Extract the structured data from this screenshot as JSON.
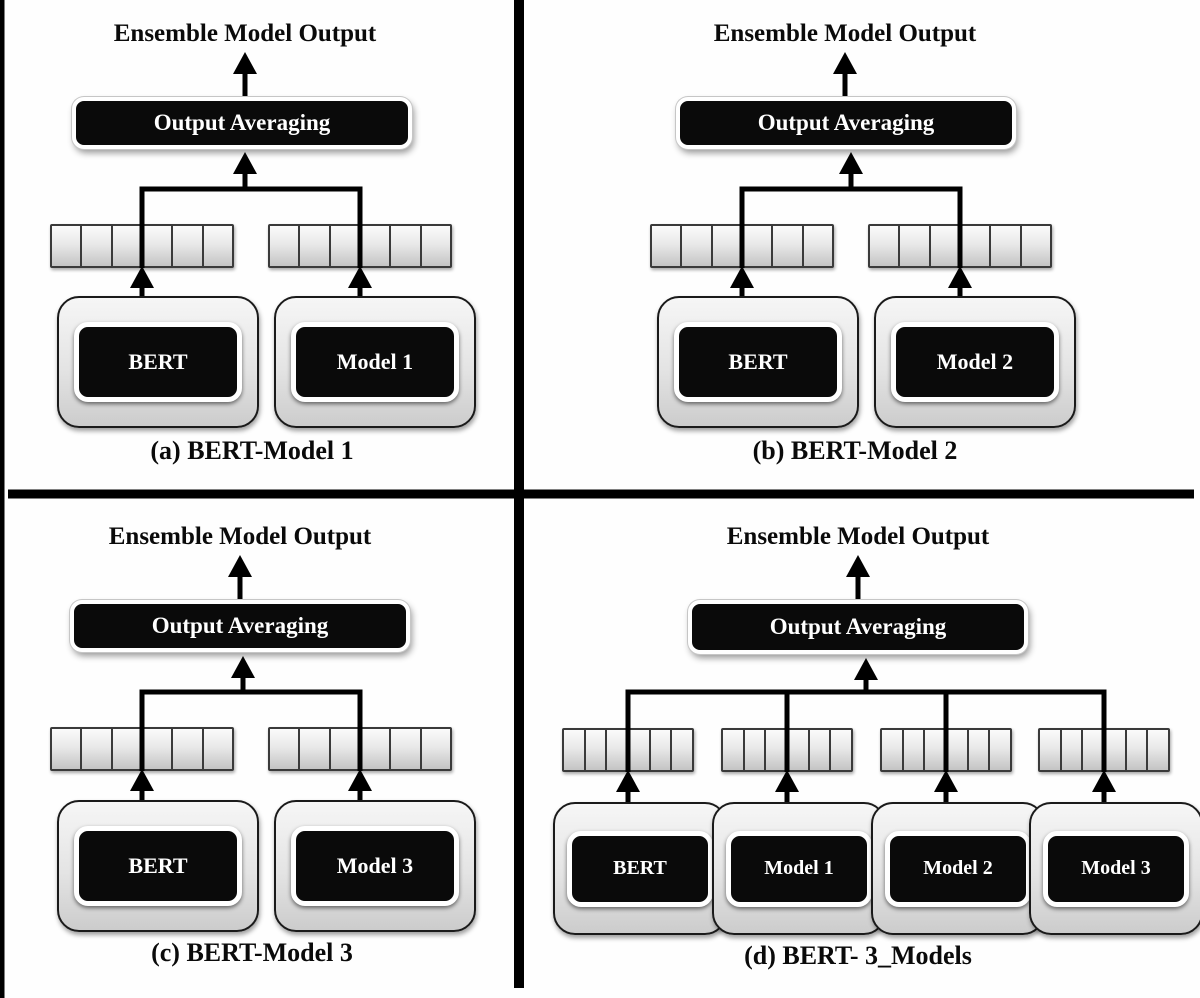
{
  "figure_type": "ensemble-architecture-diagram",
  "vector_cells": 6,
  "colors": {
    "background": "#fefefe",
    "box_fill": "#0a0a0a",
    "box_text": "#ffffff",
    "wire": "#000000",
    "divider": "#000000",
    "bar_fill_light": "#fbfbfb",
    "bar_fill_dark": "#c4c4c4",
    "bar_border": "#3a3a3a"
  },
  "panels": [
    {
      "id": "a",
      "title": "Ensemble Model Output",
      "averaging_label": "Output Averaging",
      "models": [
        "BERT",
        "Model 1"
      ],
      "caption": "(a) BERT-Model 1"
    },
    {
      "id": "b",
      "title": "Ensemble Model Output",
      "averaging_label": "Output Averaging",
      "models": [
        "BERT",
        "Model 2"
      ],
      "caption": "(b) BERT-Model 2"
    },
    {
      "id": "c",
      "title": "Ensemble Model Output",
      "averaging_label": "Output Averaging",
      "models": [
        "BERT",
        "Model 3"
      ],
      "caption": "(c) BERT-Model 3"
    },
    {
      "id": "d",
      "title": "Ensemble Model Output",
      "averaging_label": "Output Averaging",
      "models": [
        "BERT",
        "Model 1",
        "Model 2",
        "Model 3"
      ],
      "caption": "(d) BERT- 3_Models"
    }
  ]
}
